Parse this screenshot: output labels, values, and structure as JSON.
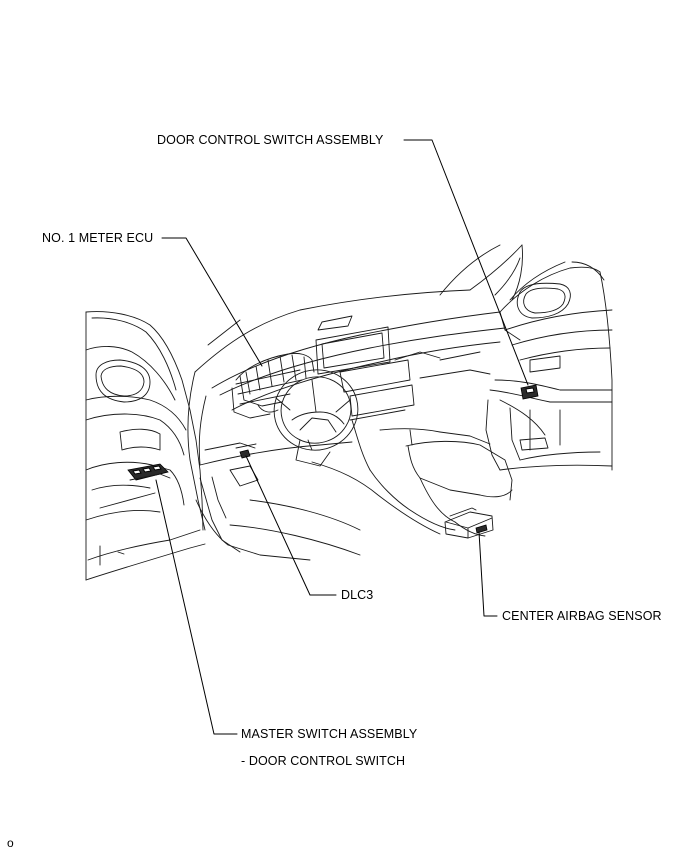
{
  "labels": {
    "door_control_switch": "DOOR CONTROL SWITCH ASSEMBLY",
    "meter_ecu": "NO. 1 METER ECU",
    "dlc3": "DLC3",
    "center_airbag_sensor": "CENTER AIRBAG SENSOR",
    "master_switch_line1": "MASTER SWITCH ASSEMBLY",
    "master_switch_line2": "- DOOR CONTROL SWITCH"
  },
  "footer_code": "o"
}
